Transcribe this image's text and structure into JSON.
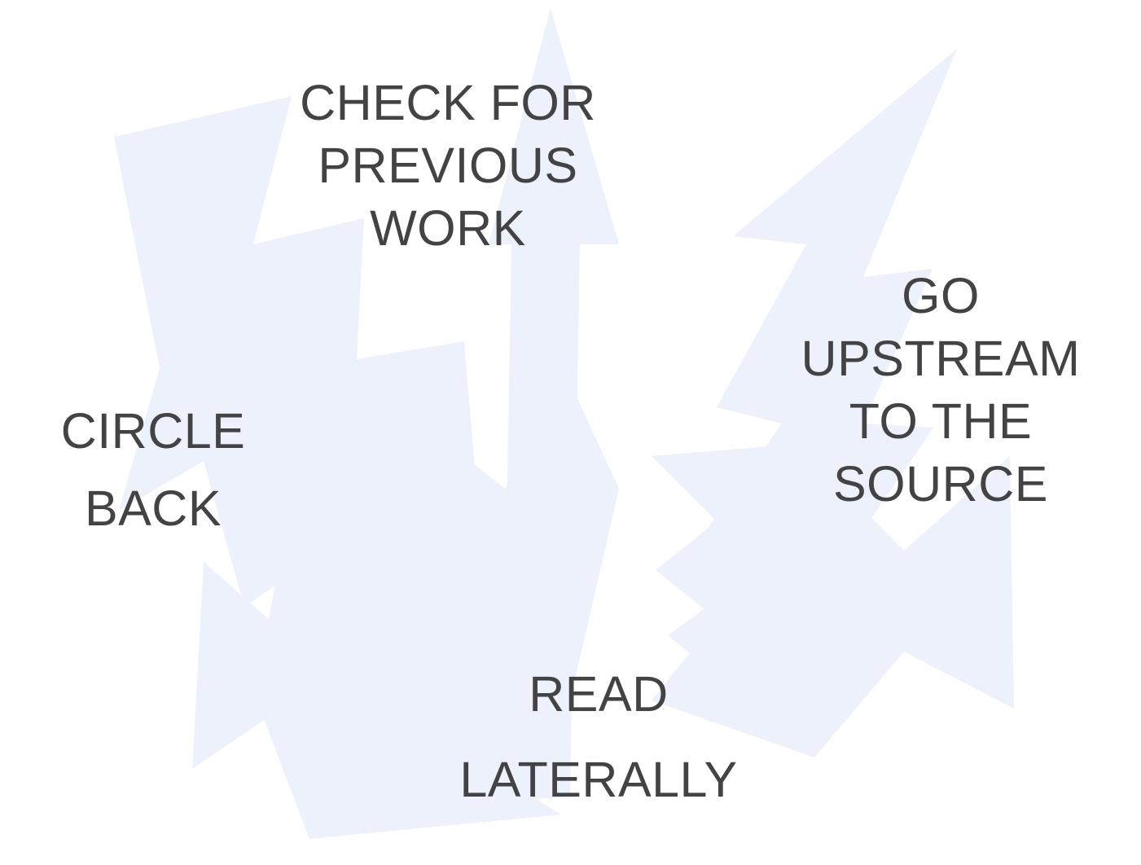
{
  "slide": {
    "background_color": "#ffffff",
    "accent_shape_color": "#edf1fc",
    "text_color": "#434345",
    "graphic_name": "four-rotating-arrows-cycle"
  },
  "labels": {
    "check_for_previous_work": "CHECK FOR\nPREVIOUS\nWORK",
    "go_upstream_to_the_source": "GO\nUPSTREAM\nTO THE\nSOURCE",
    "circle_back": "CIRCLE\nBACK",
    "read_laterally": "READ\nLATERALLY"
  },
  "graphic": {
    "arrows": [
      {
        "name": "arrow-up-left",
        "direction": "up-left"
      },
      {
        "name": "arrow-up-right",
        "direction": "up-right"
      },
      {
        "name": "arrow-down-right",
        "direction": "down-right"
      },
      {
        "name": "arrow-down-left",
        "direction": "down-left"
      }
    ]
  }
}
